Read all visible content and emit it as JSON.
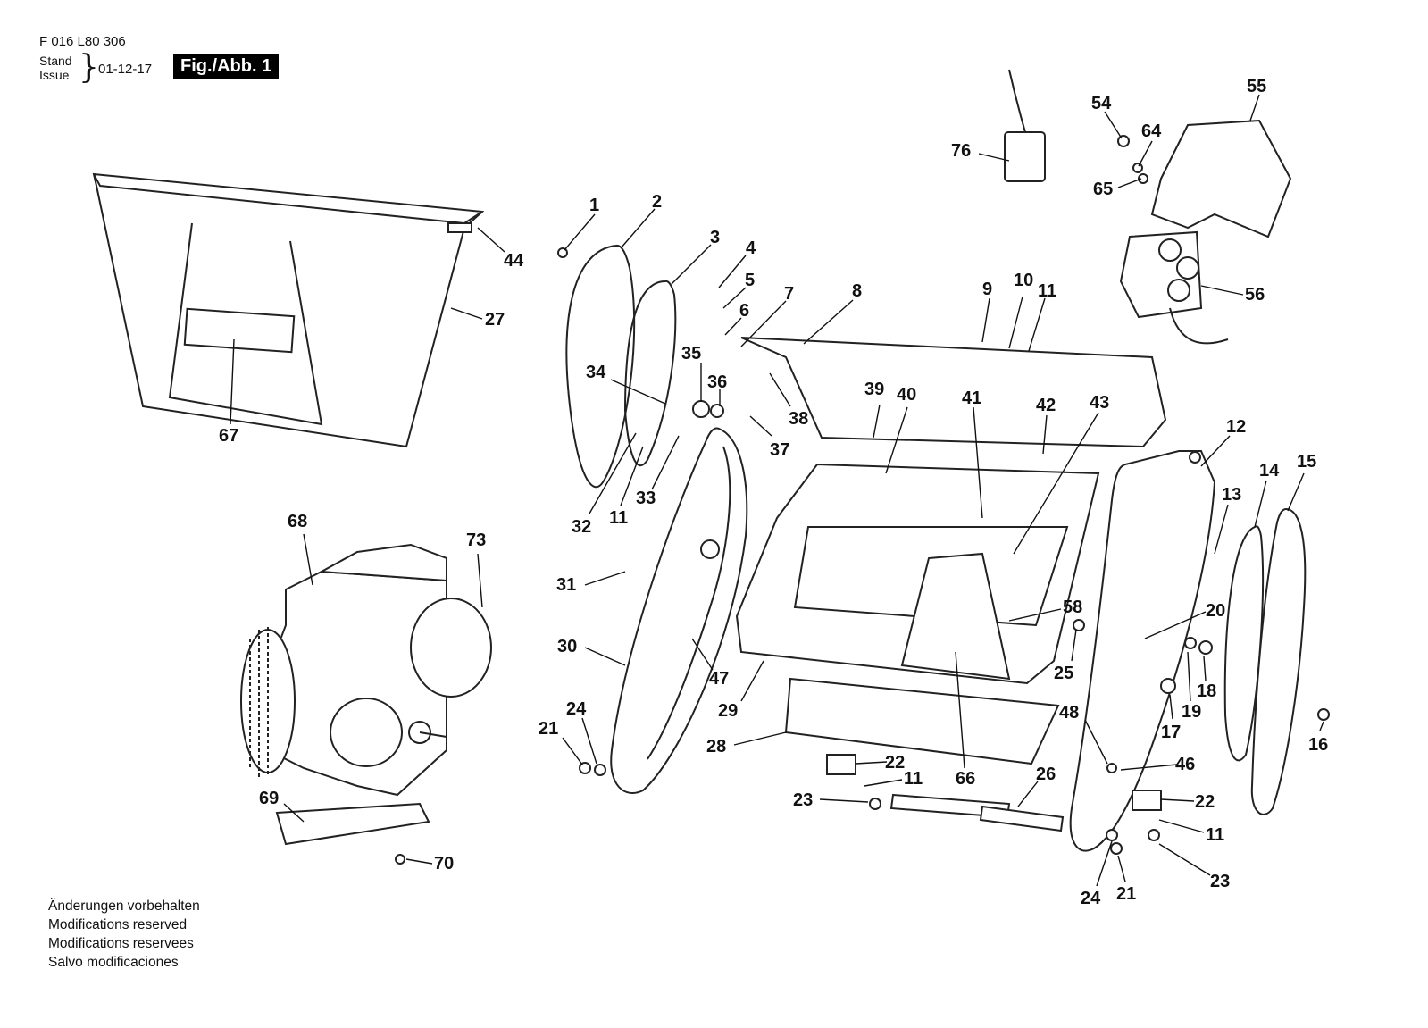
{
  "header": {
    "doc_number": "F 016 L80 306",
    "stand_label": "Stand",
    "issue_label": "Issue",
    "date": "01-12-17",
    "figure_label": "Fig./Abb. 1"
  },
  "footer": {
    "notes": [
      "Änderungen vorbehalten",
      "Modifications reserved",
      "Modifications reservees",
      "Salvo modificaciones"
    ]
  },
  "callouts": [
    "1",
    "2",
    "3",
    "4",
    "5",
    "6",
    "7",
    "8",
    "9",
    "10",
    "11",
    "34",
    "35",
    "36",
    "37",
    "38",
    "32",
    "11",
    "33",
    "39",
    "40",
    "41",
    "42",
    "43",
    "76",
    "54",
    "64",
    "55",
    "65",
    "56",
    "44",
    "27",
    "67",
    "12",
    "13",
    "14",
    "15",
    "68",
    "73",
    "31",
    "30",
    "47",
    "29",
    "58",
    "20",
    "25",
    "18",
    "19",
    "17",
    "16",
    "21",
    "24",
    "28",
    "22",
    "66",
    "48",
    "46",
    "23",
    "11",
    "26",
    "69",
    "70",
    "22",
    "11",
    "23",
    "24",
    "21"
  ]
}
